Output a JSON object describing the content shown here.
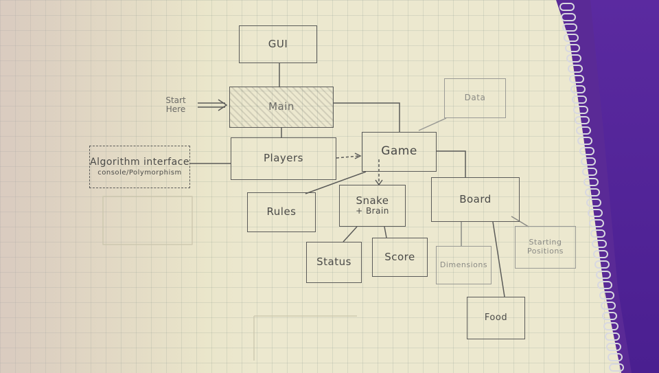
{
  "nodes": {
    "gui": "GUI",
    "main": "Main",
    "data": "Data",
    "algorithm_title": "Algorithm interface",
    "algorithm_sub": "console/Polymorphism",
    "players": "Players",
    "game": "Game",
    "rules": "Rules",
    "snake_title": "Snake",
    "snake_sub": "+ Brain",
    "board": "Board",
    "status": "Status",
    "score": "Score",
    "dimensions": "Dimensions",
    "starting_title": "Starting",
    "starting_sub": "Positions",
    "food": "Food"
  },
  "annotation": {
    "start_line1": "Start",
    "start_line2": "Here"
  },
  "colors": {
    "ink": "#5a5a58",
    "paper": "#ece8cf",
    "binder": "#5a2a96"
  }
}
